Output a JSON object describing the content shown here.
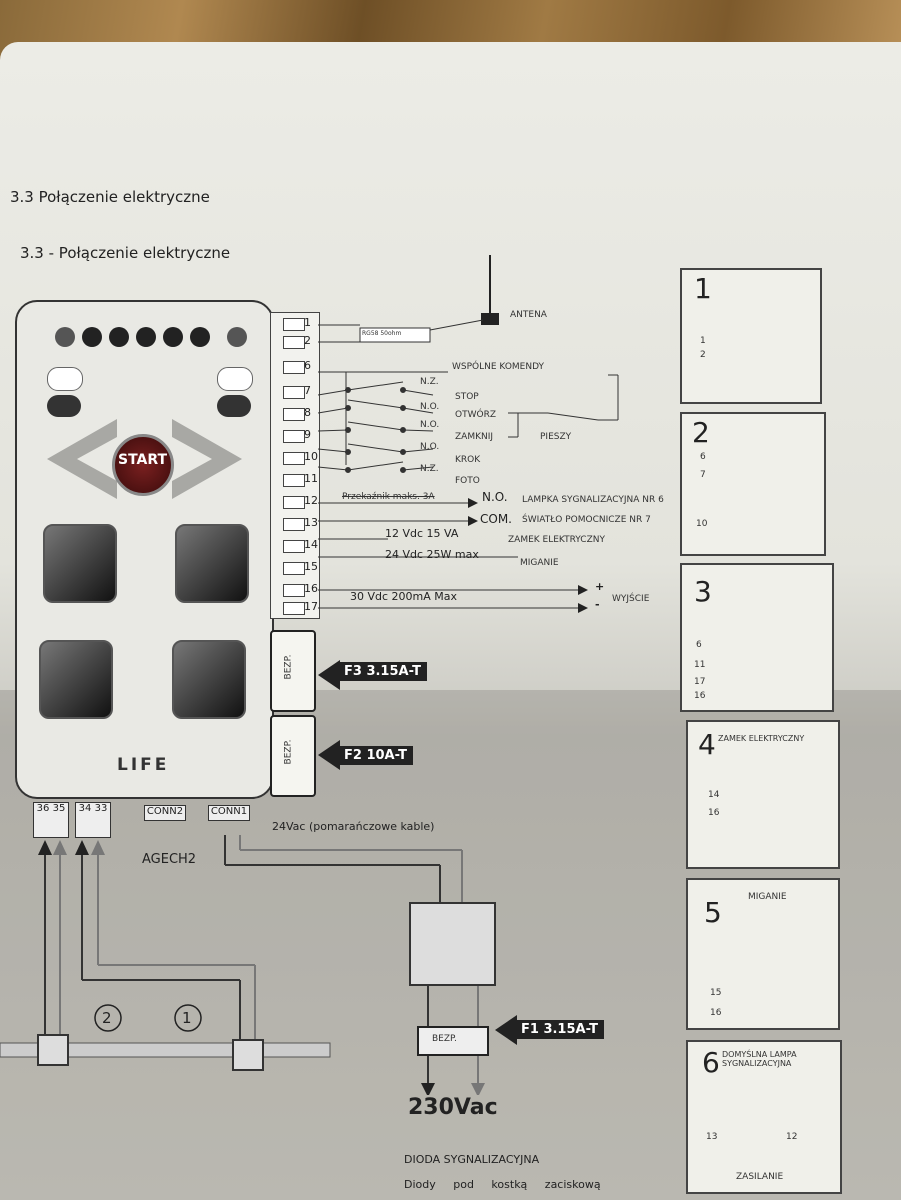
{
  "headings": {
    "section_title": "3.3 Połączenie elektryczne",
    "diagram_title": "3.3 - Połączenie elektryczne"
  },
  "panel": {
    "start_label": "START",
    "logo": "LIFE"
  },
  "terminals": [
    "1",
    "2",
    "6",
    "7",
    "8",
    "9",
    "10",
    "11",
    "12",
    "13",
    "14",
    "15",
    "16",
    "17"
  ],
  "labels": {
    "antenna": "ANTENA",
    "common": "WSPÓLNE KOMENDY",
    "nz1": "N.Z.",
    "stop": "STOP",
    "no1": "N.O.",
    "open": "OTWÓRZ",
    "no2": "N.O.",
    "close": "ZAMKNIJ",
    "pedestrian": "PIESZY",
    "no3": "N.O.",
    "step": "KROK",
    "nz2": "N.Z.",
    "photo": "FOTO",
    "relay": "Przekaźnik maks. 3A",
    "no_out": "N.O.",
    "com_out": "COM.",
    "lamp": "LAMPKA SYGNALIZACYJNA NR 6",
    "aux_light": "ŚWIATŁO POMOCNICZE NR 7",
    "v12": "12 Vdc 15 VA",
    "lock": "ZAMEK ELEKTRYCZNY",
    "v24": "24 Vdc 25W max",
    "flash": "MIGANIE",
    "plus": "+",
    "minus": "-",
    "v30": "30 Vdc 200mA Max",
    "output": "WYJŚCIE",
    "fuse3": "F3 3.15A-T",
    "fuse2": "F2 10A-T",
    "fuse1": "F1 3.15A-T",
    "fuse_word": "BEZP.",
    "conn2": "CONN2",
    "conn1": "CONN1",
    "agech": "AGECH2",
    "t36": "36",
    "t35": "35",
    "t34": "34",
    "t33": "33",
    "cable": "24Vac (pomarańczowe kable)",
    "mains": "230Vac",
    "motor2": "2",
    "motor1": "1",
    "diode_title": "DIODA SYGNALIZACYJNA",
    "diode_text": "Diody pod kostką zaciskową"
  },
  "figures": [
    {
      "num": "1",
      "title": "",
      "pins": [
        "1",
        "2"
      ]
    },
    {
      "num": "2",
      "title": "",
      "pins": [
        "6",
        "7",
        "10"
      ]
    },
    {
      "num": "3",
      "title": "",
      "pins": [
        "6",
        "11",
        "17",
        "16"
      ]
    },
    {
      "num": "4",
      "title": "ZAMEK ELEKTRYCZNY",
      "pins": [
        "14",
        "16"
      ]
    },
    {
      "num": "5",
      "title": "MIGANIE",
      "pins": [
        "15",
        "16"
      ]
    },
    {
      "num": "6",
      "title": "DOMYŚLNA LAMPA SYGNALIZACYJNA",
      "pins": [
        "13",
        "12"
      ],
      "footer": "ZASILANIE"
    }
  ]
}
